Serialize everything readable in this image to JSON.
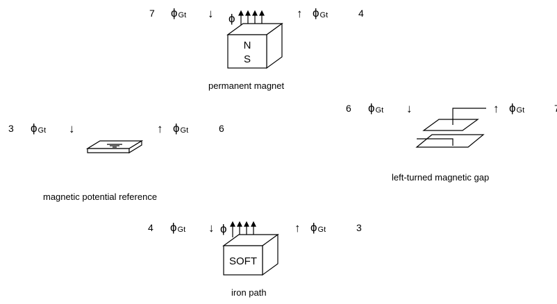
{
  "magnet": {
    "left_num": "7",
    "right_num": "4",
    "flux_symbol": "ϕ",
    "flux_sub": "Gt",
    "face_top": "N",
    "face_bottom": "S",
    "caption": "permanent magnet"
  },
  "reference": {
    "left_num": "3",
    "right_num": "6",
    "flux_symbol": "ϕ",
    "flux_sub": "Gt",
    "caption": "magnetic potential reference"
  },
  "gap": {
    "left_num": "6",
    "right_num": "7",
    "flux_symbol": "ϕ",
    "flux_sub": "Gt",
    "caption": "left-turned magnetic gap"
  },
  "iron": {
    "left_num": "4",
    "right_num": "3",
    "flux_symbol": "ϕ",
    "flux_sub": "Gt",
    "face_label": "SOFT",
    "caption": "iron path"
  },
  "arrows": {
    "down": "↓",
    "up": "↑"
  }
}
